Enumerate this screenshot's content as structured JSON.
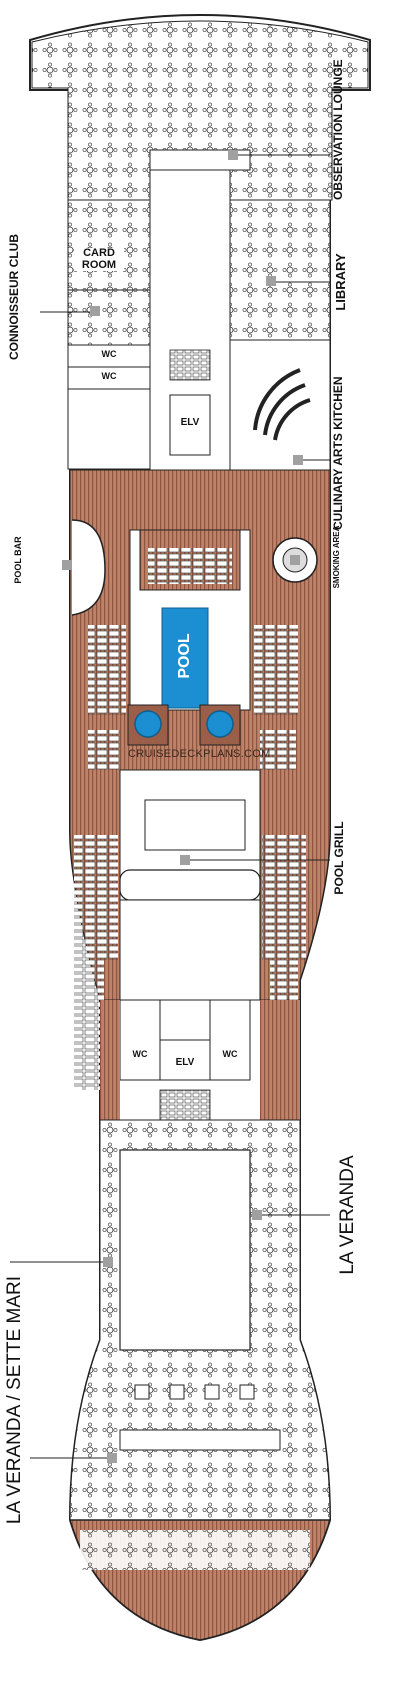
{
  "labels": {
    "observation_lounge": "OBSERVATION LOUNGE",
    "library": "LIBRARY",
    "culinary_arts_kitchen": "CULINARY ARTS KITCHEN",
    "smoking_area": "SMOKING AREA",
    "pool_grill": "POOL GRILL",
    "la_veranda_right": "LA VERANDA",
    "la_veranda_sette_mari": "LA VERANDA / SETTE MARI",
    "connoisseur_club": "CONNOISSEUR CLUB",
    "pool_bar": "POOL BAR"
  },
  "rooms": {
    "card_room": "CARD ROOM",
    "wc_1": "WC",
    "wc_2": "WC",
    "elv_top": "ELV",
    "pool": "POOL",
    "wc_left": "WC",
    "wc_right": "WC",
    "elv_bottom": "ELV"
  },
  "watermark": "CRUISEDECKPLANS.COM",
  "colors": {
    "deck_wood": "#b77a60",
    "deck_stripe": "#9b5e48",
    "pool_blue": "#1b8fd2",
    "marker": "#a0a0a0",
    "outline": "#222222"
  }
}
